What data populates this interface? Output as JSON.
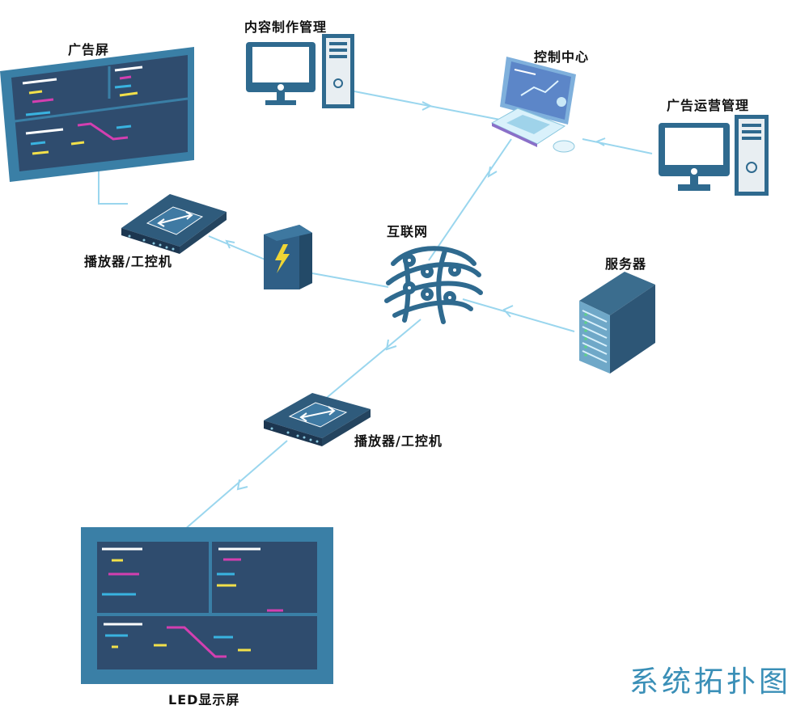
{
  "title": "系统拓扑图",
  "nodes": {
    "ad_screen": "广告屏",
    "content_mgmt": "内容制作管理",
    "control_center": "控制中心",
    "ad_ops_mgmt": "广告运营管理",
    "player_top": "播放器/工控机",
    "internet": "互联网",
    "server": "服务器",
    "player_bottom": "播放器/工控机",
    "led_screen": "LED显示屏"
  },
  "colors": {
    "link": "#9ad6ee",
    "panel": "#2f4c6e",
    "frame": "#3a7fa6",
    "title": "#3a8fb7"
  }
}
